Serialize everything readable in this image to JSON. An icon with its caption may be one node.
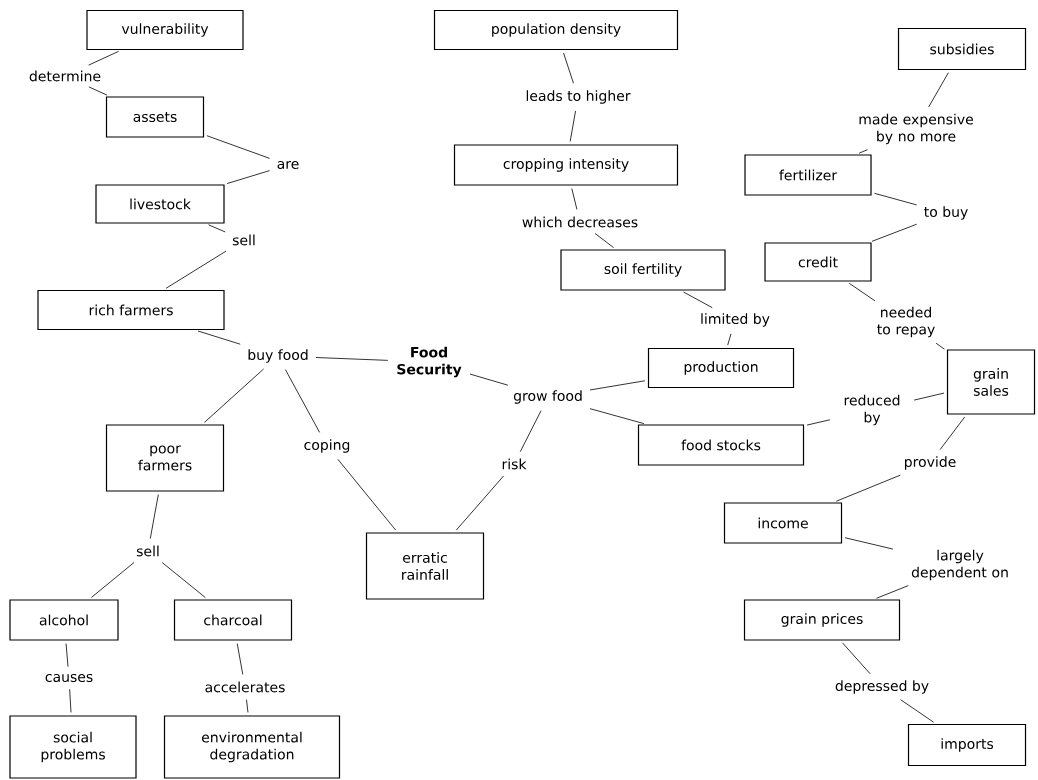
{
  "diagram": {
    "nodes": [
      {
        "text": [
          "vulnerability"
        ]
      },
      {
        "text": [
          "determine"
        ]
      },
      {
        "text": [
          "assets"
        ]
      },
      {
        "text": [
          "are"
        ]
      },
      {
        "text": [
          "livestock"
        ]
      },
      {
        "text": [
          "sell"
        ]
      },
      {
        "text": [
          "rich farmers"
        ]
      },
      {
        "text": [
          "buy food"
        ]
      },
      {
        "text": [
          "Food Security"
        ]
      },
      {
        "text": [
          "poor farmers"
        ]
      },
      {
        "text": [
          "coping"
        ]
      },
      {
        "text": [
          "sell"
        ]
      },
      {
        "text": [
          "alcohol"
        ]
      },
      {
        "text": [
          "charcoal"
        ]
      },
      {
        "text": [
          "causes"
        ]
      },
      {
        "text": [
          "accelerates"
        ]
      },
      {
        "text": [
          "social problems"
        ]
      },
      {
        "text": [
          "environmental degradation"
        ]
      },
      {
        "text": [
          "population density"
        ]
      },
      {
        "text": [
          "leads to higher"
        ]
      },
      {
        "text": [
          "cropping intensity"
        ]
      },
      {
        "text": [
          "which decreases"
        ]
      },
      {
        "text": [
          "soil fertility"
        ]
      },
      {
        "text": [
          "limited by"
        ]
      },
      {
        "text": [
          "production"
        ]
      },
      {
        "text": [
          "grow food"
        ]
      },
      {
        "text": [
          "risk"
        ]
      },
      {
        "text": [
          "erratic rainfall"
        ]
      },
      {
        "text": [
          "food stocks"
        ]
      },
      {
        "text": [
          "subsidies"
        ]
      },
      {
        "text": [
          "made expensive by no more"
        ]
      },
      {
        "text": [
          "fertilizer"
        ]
      },
      {
        "text": [
          "to buy"
        ]
      },
      {
        "text": [
          "credit"
        ]
      },
      {
        "text": [
          "needed to repay"
        ]
      },
      {
        "text": [
          "grain sales"
        ]
      },
      {
        "text": [
          "reduced by"
        ]
      },
      {
        "text": [
          "provide"
        ]
      },
      {
        "text": [
          "income"
        ]
      },
      {
        "text": [
          "largely dependent on"
        ]
      },
      {
        "text": [
          "grain prices"
        ]
      },
      {
        "text": [
          "depressed by"
        ]
      },
      {
        "text": [
          "imports"
        ]
      }
    ],
    "edges": [
      {
        "from": 0,
        "to": 1,
        "arrow": "none"
      },
      {
        "from": 1,
        "to": 2,
        "arrow": "none"
      },
      {
        "from": 2,
        "to": 3,
        "arrow": "none"
      },
      {
        "from": 3,
        "to": 4,
        "arrow": "none"
      },
      {
        "from": 4,
        "to": 5,
        "arrow": "none"
      },
      {
        "from": 5,
        "to": 6,
        "arrow": "none"
      },
      {
        "from": 6,
        "to": 7,
        "arrow": "none"
      },
      {
        "from": 8,
        "to": 7,
        "arrow": "none"
      },
      {
        "from": 7,
        "to": 9,
        "arrow": "none"
      },
      {
        "from": 7,
        "to": 10,
        "arrow": "none"
      },
      {
        "from": 10,
        "to": 27,
        "arrow": "none"
      },
      {
        "from": 9,
        "to": 11,
        "arrow": "none"
      },
      {
        "from": 11,
        "to": 12,
        "arrow": "none"
      },
      {
        "from": 11,
        "to": 13,
        "arrow": "none"
      },
      {
        "from": 12,
        "to": 14,
        "arrow": "none"
      },
      {
        "from": 14,
        "to": 16,
        "arrow": "none"
      },
      {
        "from": 13,
        "to": 15,
        "arrow": "none"
      },
      {
        "from": 15,
        "to": 17,
        "arrow": "none"
      },
      {
        "from": 18,
        "to": 19,
        "arrow": "none"
      },
      {
        "from": 19,
        "to": 20,
        "arrow": "none"
      },
      {
        "from": 20,
        "to": 21,
        "arrow": "none"
      },
      {
        "from": 21,
        "to": 22,
        "arrow": "none"
      },
      {
        "from": 22,
        "to": 23,
        "arrow": "none"
      },
      {
        "from": 23,
        "to": 24,
        "arrow": "none"
      },
      {
        "from": 24,
        "to": 25,
        "arrow": "none"
      },
      {
        "from": 8,
        "to": 25,
        "arrow": "none"
      },
      {
        "from": 25,
        "to": 28,
        "arrow": "none"
      },
      {
        "from": 25,
        "to": 26,
        "arrow": "none"
      },
      {
        "from": 26,
        "to": 27,
        "arrow": "none"
      },
      {
        "from": 29,
        "to": 30,
        "arrow": "none"
      },
      {
        "from": 30,
        "to": 31,
        "arrow": "none"
      },
      {
        "from": 31,
        "to": 32,
        "arrow": "none"
      },
      {
        "from": 32,
        "to": 33,
        "arrow": "none"
      },
      {
        "from": 33,
        "to": 34,
        "arrow": "none"
      },
      {
        "from": 34,
        "to": 35,
        "arrow": "none"
      },
      {
        "from": 35,
        "to": 36,
        "arrow": "none"
      },
      {
        "from": 36,
        "to": 28,
        "arrow": "none"
      },
      {
        "from": 35,
        "to": 37,
        "arrow": "none"
      },
      {
        "from": 37,
        "to": 38,
        "arrow": "none"
      },
      {
        "from": 38,
        "to": 39,
        "arrow": "none"
      },
      {
        "from": 39,
        "to": 40,
        "arrow": "none"
      },
      {
        "from": 40,
        "to": 41,
        "arrow": "none"
      },
      {
        "from": 41,
        "to": 42,
        "arrow": "none"
      }
    ]
  }
}
